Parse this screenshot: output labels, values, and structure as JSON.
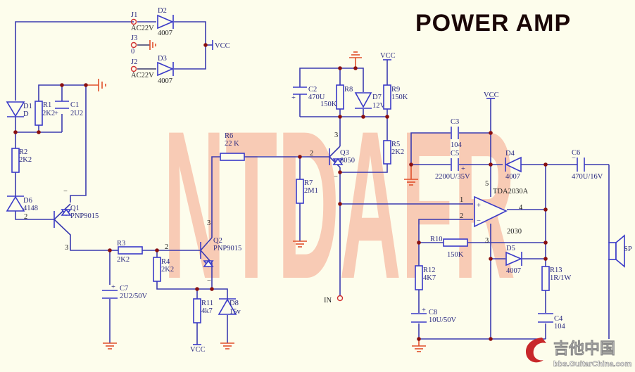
{
  "title": "POWER AMP",
  "watermark": "NTDAFR",
  "logo": {
    "cn": "吉他中国",
    "url": "bbs.GuitarChina.com"
  },
  "colors": {
    "background": "#fdfdec",
    "wire": "#3b3bb0",
    "ground": "#e0502a",
    "junction": "#8a1010",
    "watermark": "#f7b8a0"
  },
  "connectors": {
    "j1": {
      "ref": "J1",
      "value": "AC22V"
    },
    "j2": {
      "ref": "J2",
      "value": "AC22V"
    },
    "j3": {
      "ref": "J3",
      "value": "0"
    },
    "in": {
      "ref": "IN"
    },
    "sp": {
      "ref": "SP"
    }
  },
  "power": {
    "vcc": "VCC"
  },
  "components": {
    "d1": {
      "ref": "D1",
      "value": "D"
    },
    "d2": {
      "ref": "D2",
      "value": "4007"
    },
    "d3": {
      "ref": "D3",
      "value": "4007"
    },
    "d4": {
      "ref": "D4",
      "value": "4007"
    },
    "d5": {
      "ref": "D5",
      "value": "4007"
    },
    "d6": {
      "ref": "D6",
      "value": "4148"
    },
    "d7": {
      "ref": "D7",
      "value": "12V"
    },
    "d8": {
      "ref": "D8",
      "value": "15v"
    },
    "r1": {
      "ref": "R1",
      "value": "2K2"
    },
    "r2": {
      "ref": "R2",
      "value": "2K2"
    },
    "r3": {
      "ref": "R3",
      "value": "2K2"
    },
    "r4": {
      "ref": "R4",
      "value": "2K2"
    },
    "r5": {
      "ref": "R5",
      "value": "2K2"
    },
    "r6": {
      "ref": "R6",
      "value": "22 K"
    },
    "r7": {
      "ref": "R7",
      "value": "2M1"
    },
    "r8": {
      "ref": "R8",
      "value": "150K"
    },
    "r9": {
      "ref": "R9",
      "value": "150K"
    },
    "r10": {
      "ref": "R10",
      "value": "150K"
    },
    "r11": {
      "ref": "R11",
      "value": "4k7"
    },
    "r12": {
      "ref": "R12",
      "value": "4K7"
    },
    "r13": {
      "ref": "R13",
      "value": "1R/1W"
    },
    "c1": {
      "ref": "C1",
      "value": "2U2"
    },
    "c2": {
      "ref": "C2",
      "value": "470U"
    },
    "c3": {
      "ref": "C3",
      "value": "104"
    },
    "c4": {
      "ref": "C4",
      "value": "104"
    },
    "c5": {
      "ref": "C5",
      "value": "2200U/35V"
    },
    "c6": {
      "ref": "C6",
      "value": "470U/16V"
    },
    "c7": {
      "ref": "C7",
      "value": "2U2/50V"
    },
    "c8": {
      "ref": "C8",
      "value": "10U/50V"
    },
    "q1": {
      "ref": "Q1",
      "value": "PNP9015"
    },
    "q2": {
      "ref": "Q2",
      "value": "PNP9015"
    },
    "q3": {
      "ref": "Q3",
      "value": "8050"
    },
    "u1": {
      "ref": "TDA2030A",
      "value": "2030"
    }
  },
  "pins": {
    "one": "1",
    "two": "2",
    "three": "3",
    "four": "4",
    "five": "5",
    "minus": "−",
    "plus": "+"
  }
}
